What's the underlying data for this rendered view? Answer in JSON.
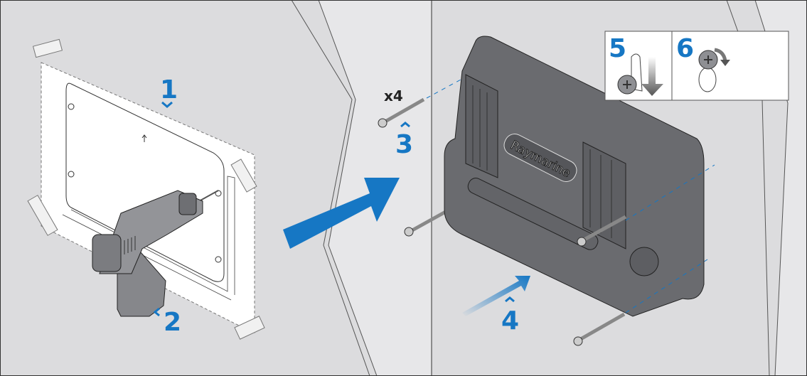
{
  "steps": {
    "step1": "1",
    "step2": "2",
    "step3": "3",
    "step4": "4",
    "step5": "5",
    "step6": "6"
  },
  "screw_quantity": "x4",
  "device_brand": "Raymarine",
  "colors": {
    "accent": "#1677c4",
    "wall": "#dcdcde",
    "device": "#6a6b6f",
    "drill": "#8e8f93"
  }
}
